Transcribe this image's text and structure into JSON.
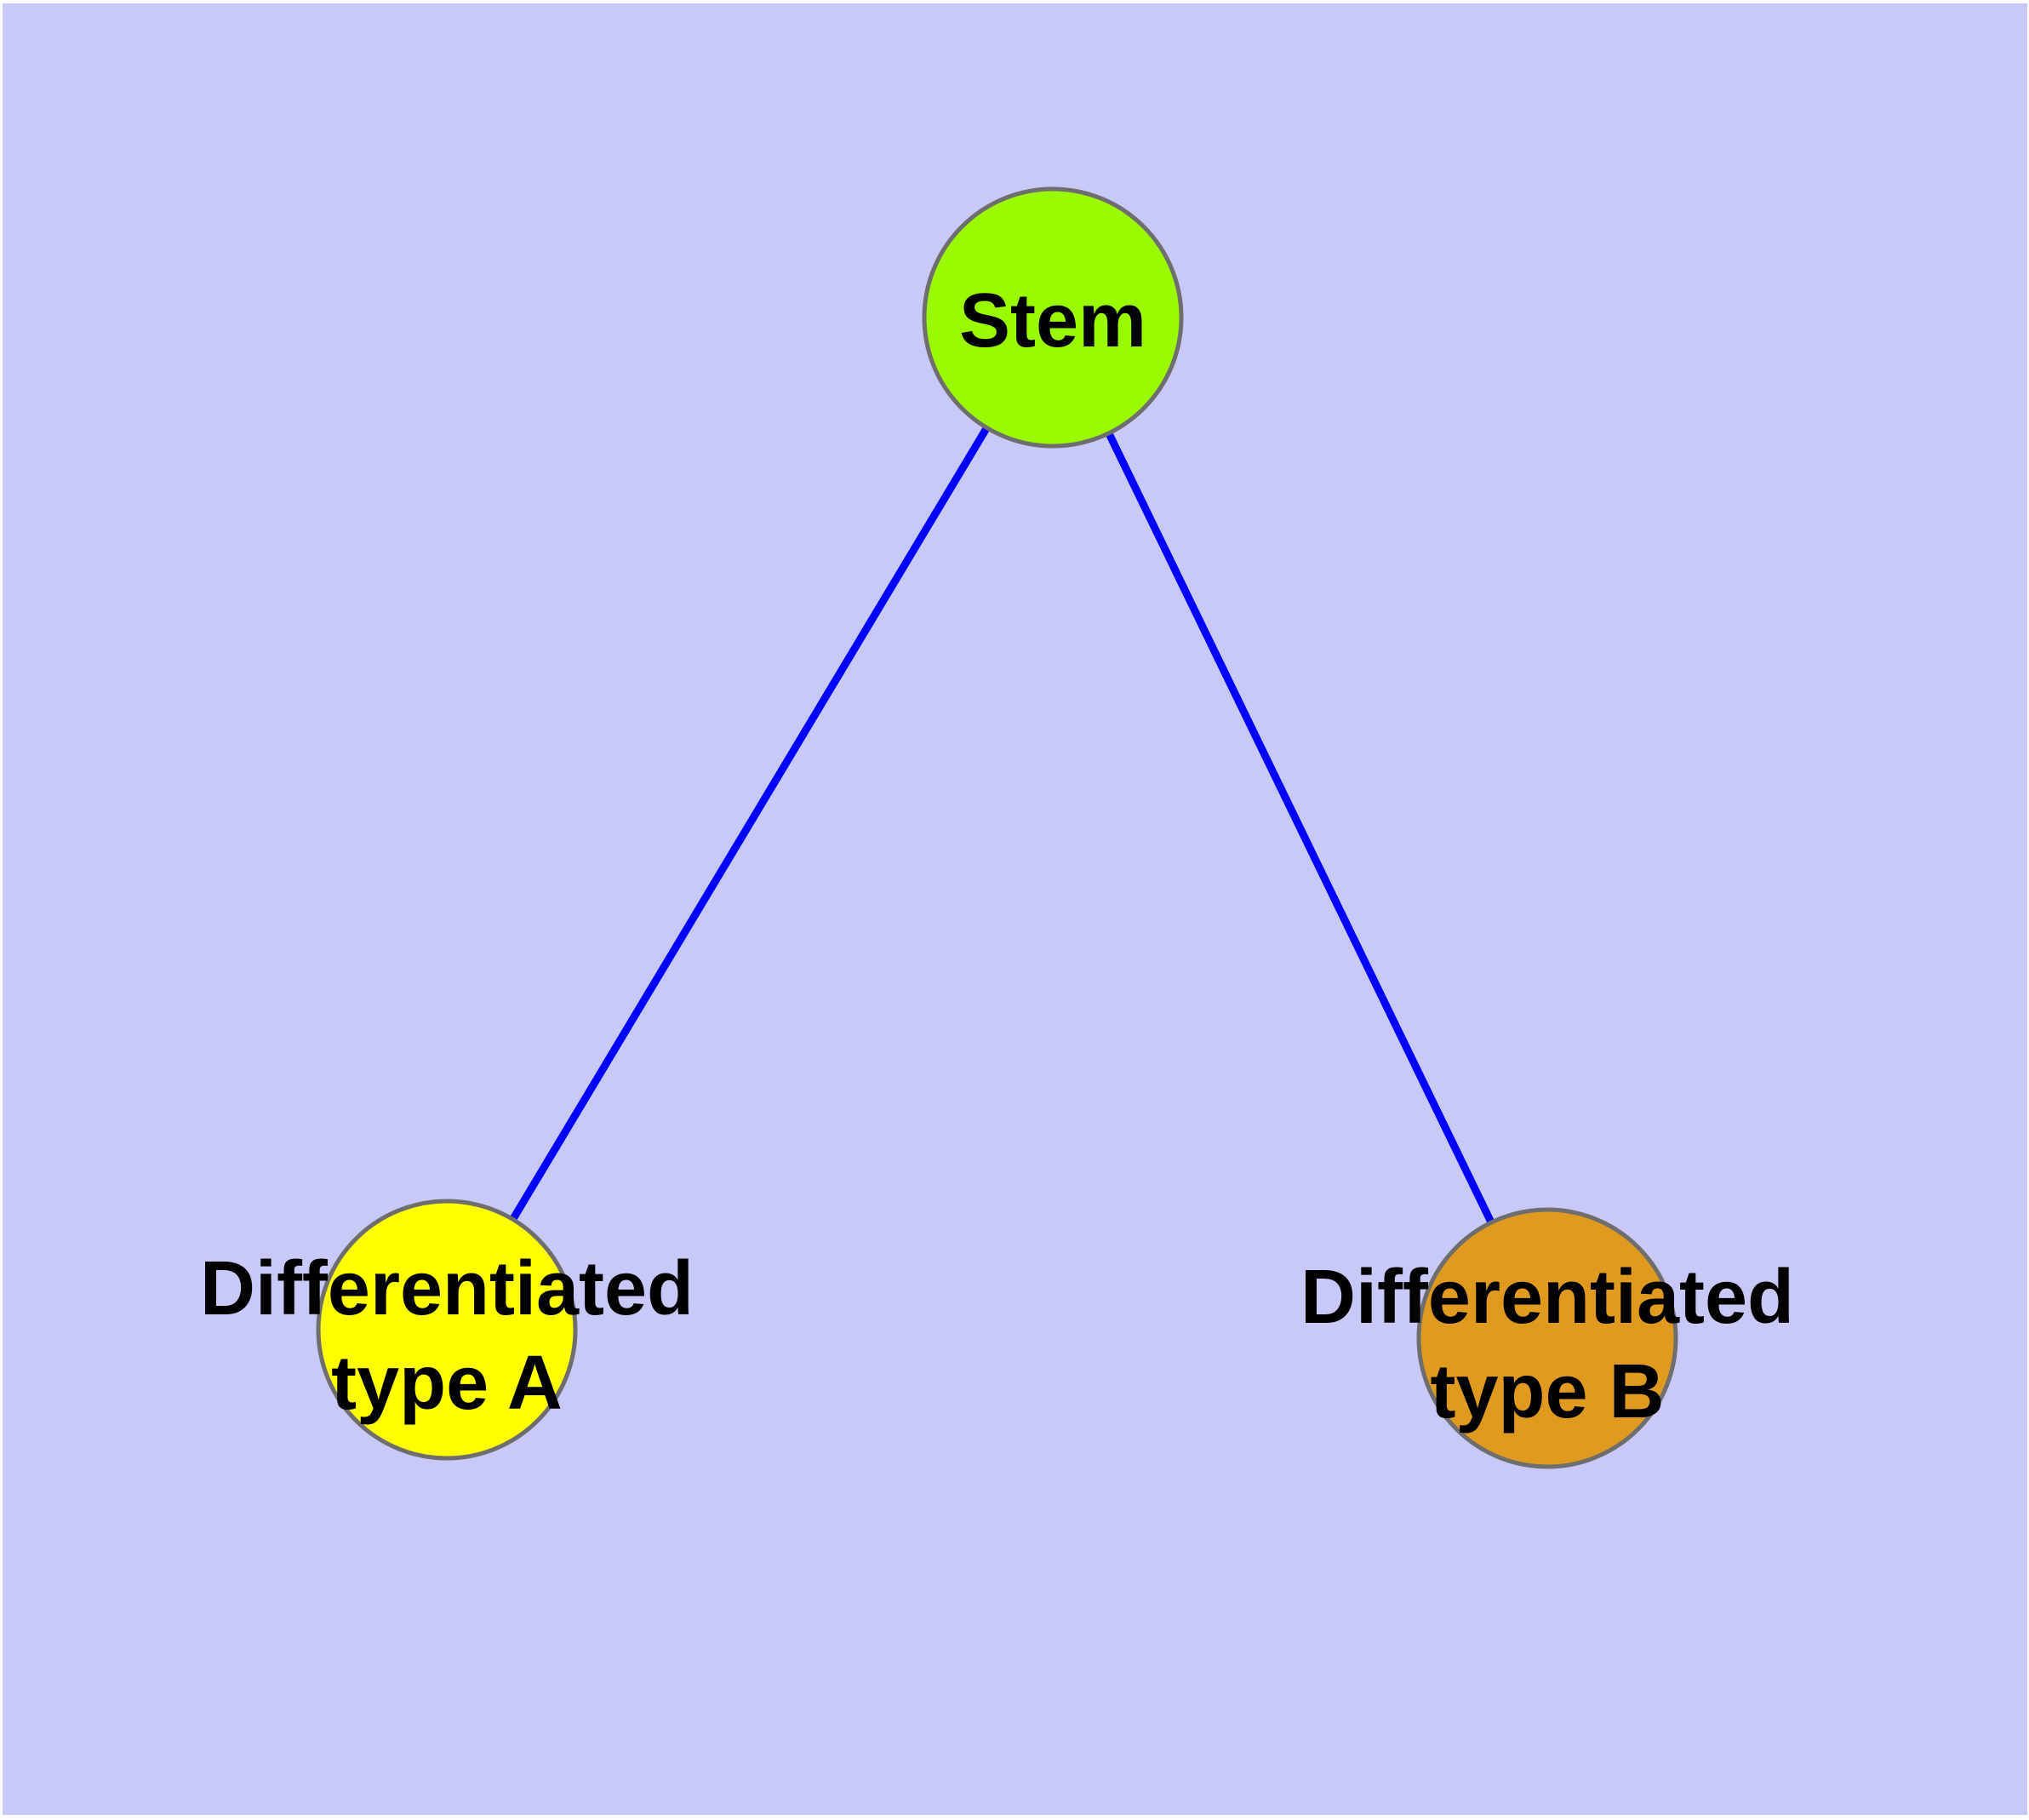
{
  "diagram": {
    "type": "node-link-graph",
    "page_margin_color": "#ffffff",
    "background_color": "#c9c9f8",
    "edge_color": "#0000ff",
    "node_border_color": "#6e6e6e",
    "label_color": "#000000",
    "nodes": [
      {
        "id": "stem",
        "label": "Stem",
        "color": "#9afb00"
      },
      {
        "id": "differentiated-type-a",
        "label": "Differentiated type A",
        "label_line1": "Differentiated",
        "label_line2": "type A",
        "color": "#ffff00"
      },
      {
        "id": "differentiated-type-b",
        "label": "Differentiated type B",
        "label_line1": "Differentiated",
        "label_line2": "type B",
        "color": "#e09a20"
      }
    ],
    "edges": [
      {
        "from": "Stem",
        "to": "Differentiated type A"
      },
      {
        "from": "Stem",
        "to": "Differentiated type B"
      }
    ]
  }
}
